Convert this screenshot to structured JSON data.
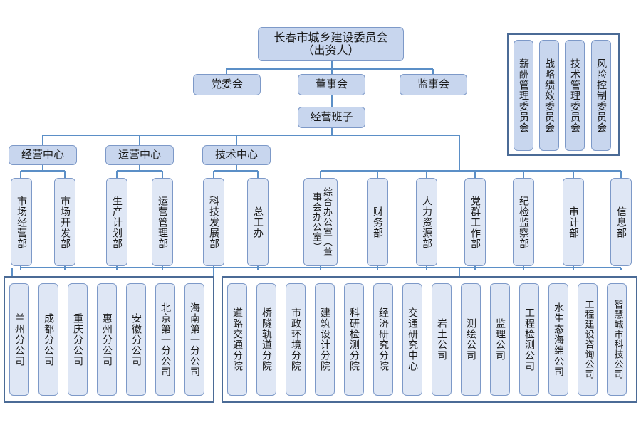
{
  "root": {
    "line1": "长春市城乡建设委员会",
    "line2": "（出资人）"
  },
  "top_bodies": [
    "党委会",
    "董事会",
    "监事会"
  ],
  "committees": [
    "薪酬管理委员会",
    "战略绩效委员会",
    "技术管理委员会",
    "风险控制委员会"
  ],
  "management": "经营班子",
  "centers": [
    "经营中心",
    "运营中心",
    "技术中心"
  ],
  "center_depts": [
    "市场经营部",
    "市场开发部",
    "生产计划部",
    "运营管理部",
    "科技发展部",
    "总工办"
  ],
  "admin_office": "综合办公室（董事会办公室）",
  "departments": [
    "财务部",
    "人力资源部",
    "党群工作部",
    "纪检监察部",
    "审计部",
    "信息部"
  ],
  "branches": [
    "兰州分公司",
    "成都分公司",
    "重庆分公司",
    "惠州分公司",
    "安徽分公司",
    "北京第一分公司",
    "海南第一分公司"
  ],
  "subsidiaries": [
    "道路交通分院",
    "桥隧轨道分院",
    "市政环境分院",
    "建筑设计分院",
    "科研检测分院",
    "经济研究分院",
    "交通研究中心",
    "岩土公司",
    "测绘公司",
    "监理公司",
    "工程检测公司",
    "水生态海绵公司",
    "工程建设咨询公司",
    "智慧城市科技公司"
  ]
}
